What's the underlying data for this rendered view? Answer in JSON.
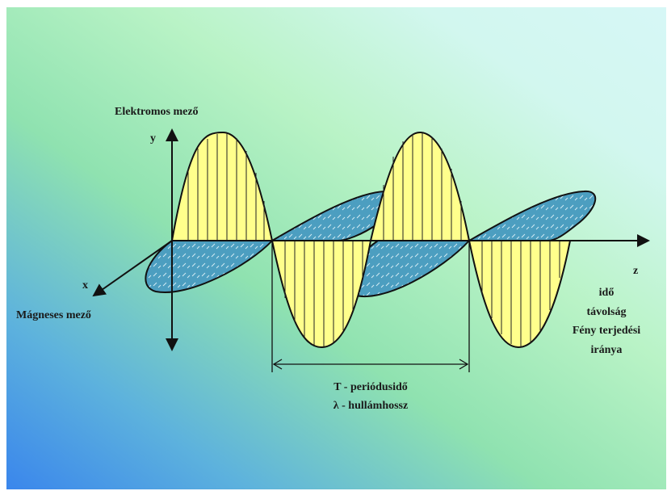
{
  "diagram": {
    "electric_field_label": "Elektromos mező",
    "y_axis_label": "y",
    "x_axis_label": "x",
    "magnetic_field_label": "Mágneses mező",
    "z_axis_label": "z",
    "z_axis_notes": [
      "idő",
      "távolság",
      "Fény terjedési",
      "iránya"
    ],
    "period_label": "T - periódusidő",
    "wavelength_label": "λ - hullámhossz"
  },
  "colors": {
    "electric_wave_fill": "#ffff8c",
    "magnetic_wave_fill": "#4c9ec0",
    "line": "#111111"
  }
}
